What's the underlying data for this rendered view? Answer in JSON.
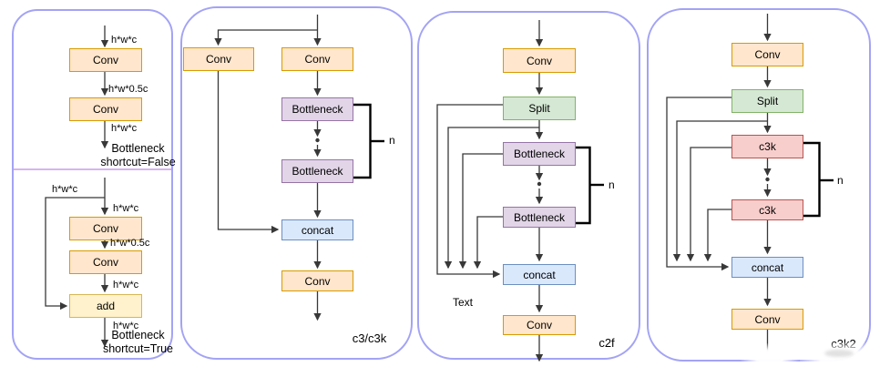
{
  "colors": {
    "panel_border": "#A3A3F5",
    "divider": "#D9B3F0",
    "conv_fill": "#FFE6CC",
    "conv_stroke": "#D79B00",
    "add_fill": "#FFF2CC",
    "add_stroke": "#D6B656",
    "bottleneck_fill": "#E1D5E7",
    "bottleneck_stroke": "#9673A6",
    "split_fill": "#D5E8D4",
    "split_stroke": "#82B366",
    "concat_fill": "#DAE8FC",
    "concat_stroke": "#6C8EBF",
    "c3k_fill": "#F8CECC",
    "c3k_stroke": "#B85450",
    "edge_color": "#383838"
  },
  "bottleneck_false": {
    "conv1": "Conv",
    "conv2": "Conv",
    "label_in": "h*w*c",
    "label_mid": "h*w*0.5c",
    "label_out": "h*w*c",
    "caption1": "Bottleneck",
    "caption2": "shortcut=False"
  },
  "bottleneck_true": {
    "conv1": "Conv",
    "conv2": "Conv",
    "add": "add",
    "label_skip": "h*w*c",
    "label_in": "h*w*c",
    "label_mid": "h*w*0.5c",
    "label_pre_add": "h*w*c",
    "label_out": "h*w*c",
    "caption1": "Bottleneck",
    "caption2": "shortcut=True"
  },
  "c3": {
    "title": "c3/c3k",
    "conv_left": "Conv",
    "conv_right": "Conv",
    "bottleneck1": "Bottleneck",
    "bottleneck2": "Bottleneck",
    "concat": "concat",
    "conv_out": "Conv",
    "repeat": "n"
  },
  "c2f": {
    "title": "c2f",
    "stray": "Text",
    "conv_in": "Conv",
    "split": "Split",
    "bottleneck1": "Bottleneck",
    "bottleneck2": "Bottleneck",
    "concat": "concat",
    "conv_out": "Conv",
    "repeat": "n"
  },
  "c3k2": {
    "title": "c3k2",
    "conv_in": "Conv",
    "split": "Split",
    "c3k_1": "c3k",
    "c3k_2": "c3k",
    "concat": "concat",
    "conv_out": "Conv",
    "repeat": "n"
  }
}
